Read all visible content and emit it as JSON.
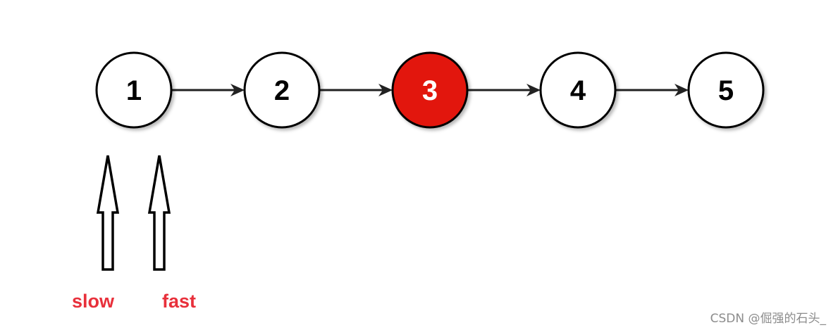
{
  "nodes": [
    {
      "label": "1",
      "highlighted": false
    },
    {
      "label": "2",
      "highlighted": false
    },
    {
      "label": "3",
      "highlighted": true
    },
    {
      "label": "4",
      "highlighted": false
    },
    {
      "label": "5",
      "highlighted": false
    }
  ],
  "pointers": [
    {
      "label": "slow",
      "node_index": 0
    },
    {
      "label": "fast",
      "node_index": 0
    }
  ],
  "watermark": "CSDN @倔强的石头_",
  "colors": {
    "highlight_fill": "#e2160c",
    "node_fill": "#ffffff",
    "stroke": "#000000",
    "edge": "#222222",
    "pointer_label": "#e8303b",
    "watermark": "#8c8c8c"
  }
}
